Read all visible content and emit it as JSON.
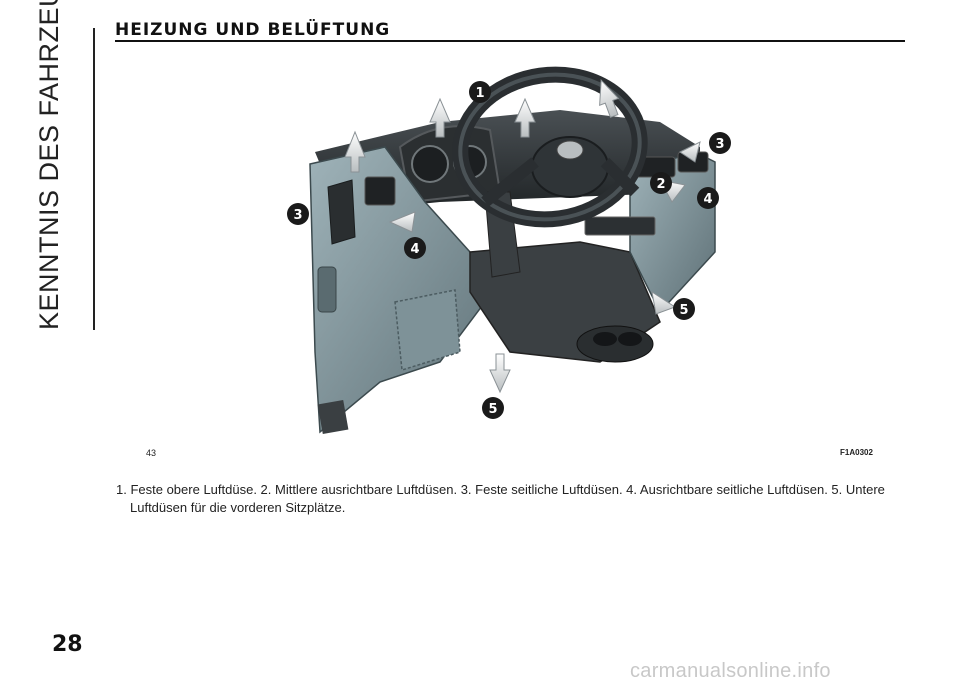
{
  "page": {
    "section_side_title": "KENNTNIS DES FAHRZEUGES",
    "heading": "HEIZUNG UND BELÜFTUNG",
    "page_number": "28",
    "watermark": "carmanualsonline.info"
  },
  "figure": {
    "number": "43",
    "code": "F1A0302",
    "callouts": [
      "1",
      "2",
      "3",
      "3",
      "4",
      "4",
      "5",
      "5"
    ],
    "caption": "1. Feste obere Luftdüse. 2. Mittlere ausrichtbare Luftdüsen. 3. Feste seitliche Luftdüsen. 4. Ausrichtbare seitliche Luftdüsen. 5. Untere Luftdüsen für die vorderen Sitzplätze."
  },
  "colors": {
    "dashboard_light": "#8fa4ab",
    "dashboard_mid": "#6d8086",
    "dashboard_dark": "#3a3f42",
    "callout_fill": "#1a1a1a",
    "airflow_arrow": "#e6e8e9"
  }
}
